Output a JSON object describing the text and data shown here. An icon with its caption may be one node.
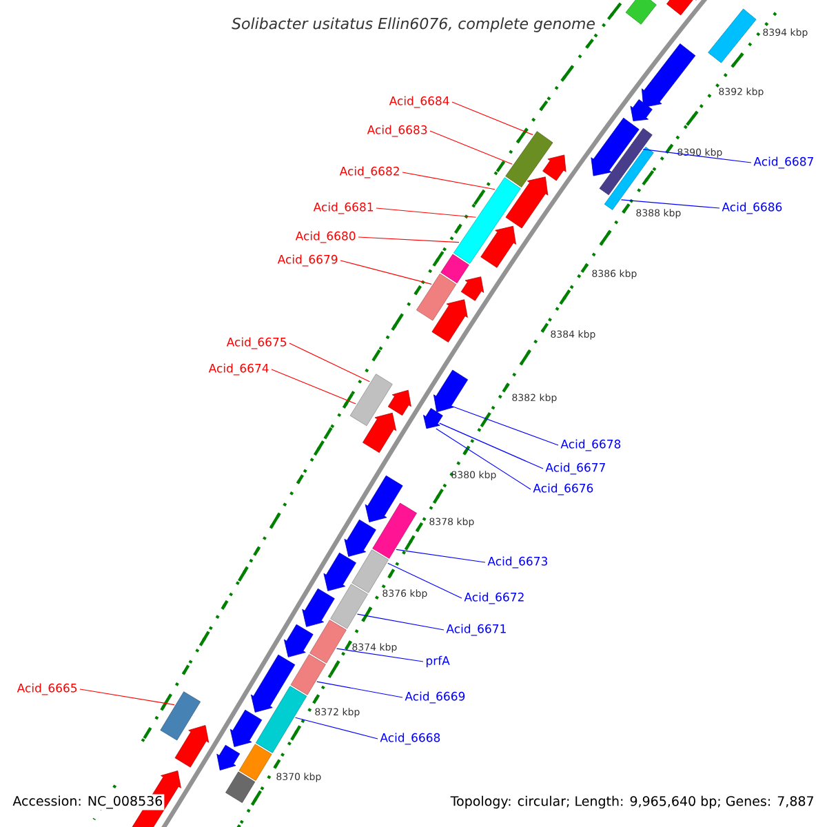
{
  "diagram": {
    "title": "Solibacter usitatus Ellin6076, complete genome",
    "nodes": [
      {
        "text": [
          "Acid_6684"
        ]
      },
      {
        "text": [
          "Acid_6683"
        ]
      },
      {
        "text": [
          "Acid_6682"
        ]
      },
      {
        "text": [
          "Acid_6681"
        ]
      },
      {
        "text": [
          "Acid_6680"
        ]
      },
      {
        "text": [
          "Acid_6679"
        ]
      },
      {
        "text": [
          "Acid_6675"
        ]
      },
      {
        "text": [
          "Acid_6674"
        ]
      },
      {
        "text": [
          "Acid_6665"
        ]
      },
      {
        "text": [
          "Acid_6687"
        ]
      },
      {
        "text": [
          "Acid_6686"
        ]
      },
      {
        "text": [
          "Acid_6678"
        ]
      },
      {
        "text": [
          "Acid_6677"
        ]
      },
      {
        "text": [
          "Acid_6676"
        ]
      },
      {
        "text": [
          "Acid_6673"
        ]
      },
      {
        "text": [
          "Acid_6672"
        ]
      },
      {
        "text": [
          "Acid_6671"
        ]
      },
      {
        "text": [
          "prfA"
        ]
      },
      {
        "text": [
          "Acid_6669"
        ]
      },
      {
        "text": [
          "Acid_6668"
        ]
      },
      {
        "text": [],
        "shape": "box"
      },
      {
        "text": [],
        "shape": "box"
      },
      {
        "text": [],
        "shape": "arrow"
      },
      {
        "text": [],
        "shape": "arrow"
      },
      {
        "text": [],
        "shape": "arrow"
      },
      {
        "text": [],
        "shape": "box"
      },
      {
        "text": [],
        "shape": "arrow"
      },
      {
        "text": [],
        "shape": "box"
      },
      {
        "text": [],
        "shape": "box"
      },
      {
        "text": [],
        "shape": "arrow"
      },
      {
        "text": [],
        "shape": "arrow"
      },
      {
        "text": [],
        "shape": "box"
      },
      {
        "text": [],
        "shape": "arrow"
      },
      {
        "text": [],
        "shape": "box"
      },
      {
        "text": [],
        "shape": "arrow"
      },
      {
        "text": [],
        "shape": "box"
      },
      {
        "text": [],
        "shape": "arrow"
      },
      {
        "text": [],
        "shape": "arrow"
      },
      {
        "text": [],
        "shape": "arrow"
      },
      {
        "text": [],
        "shape": "arrow"
      },
      {
        "text": [],
        "shape": "box"
      },
      {
        "text": [],
        "shape": "arrow"
      },
      {
        "text": [],
        "shape": "arrow"
      },
      {
        "text": [],
        "shape": "box"
      },
      {
        "text": [],
        "shape": "arrow"
      },
      {
        "text": [],
        "shape": "box"
      },
      {
        "text": [],
        "shape": "arrow"
      },
      {
        "text": [],
        "shape": "box"
      },
      {
        "text": [],
        "shape": "arrow"
      },
      {
        "text": [],
        "shape": "box"
      },
      {
        "text": [],
        "shape": "arrow"
      },
      {
        "text": [],
        "shape": "box"
      },
      {
        "text": [],
        "shape": "arrow"
      },
      {
        "text": [],
        "shape": "box"
      },
      {
        "text": [],
        "shape": "arrow"
      },
      {
        "text": [],
        "shape": "box"
      },
      {
        "text": [],
        "shape": "box"
      },
      {
        "text": [],
        "shape": "arrow"
      },
      {
        "text": [],
        "shape": "arrow"
      },
      {
        "text": [],
        "shape": "box"
      },
      {
        "text": [],
        "shape": "arrow"
      }
    ],
    "edges": [
      {
        "from": 0,
        "to": 28,
        "arrow": "none",
        "color": "#ff0000"
      },
      {
        "from": 1,
        "to": 28,
        "arrow": "none",
        "color": "#ff0000"
      },
      {
        "from": 2,
        "to": 31,
        "arrow": "none",
        "color": "#ff0000"
      },
      {
        "from": 3,
        "to": 31,
        "arrow": "none",
        "color": "#ff0000"
      },
      {
        "from": 4,
        "to": 31,
        "arrow": "none",
        "color": "#ff0000"
      },
      {
        "from": 5,
        "to": 35,
        "arrow": "none",
        "color": "#ff0000"
      },
      {
        "from": 6,
        "to": 40,
        "arrow": "none",
        "color": "#ff0000"
      },
      {
        "from": 7,
        "to": 40,
        "arrow": "none",
        "color": "#ff0000"
      },
      {
        "from": 8,
        "to": 55,
        "arrow": "none",
        "color": "#ff0000"
      },
      {
        "from": 9,
        "to": 25,
        "arrow": "none"
      },
      {
        "from": 10,
        "to": 27,
        "arrow": "none"
      },
      {
        "from": 11,
        "to": 37,
        "arrow": "none"
      },
      {
        "from": 12,
        "to": 39,
        "arrow": "none"
      },
      {
        "from": 13,
        "to": 39,
        "arrow": "none"
      },
      {
        "from": 14,
        "to": 43,
        "arrow": "none"
      },
      {
        "from": 15,
        "to": 45,
        "arrow": "none"
      },
      {
        "from": 16,
        "to": 47,
        "arrow": "none"
      },
      {
        "from": 17,
        "to": 49,
        "arrow": "none"
      },
      {
        "from": 18,
        "to": 51,
        "arrow": "none"
      },
      {
        "from": 19,
        "to": 53,
        "arrow": "none"
      }
    ],
    "labels": [
      "8394 kbp",
      "8392 kbp",
      "8390 kbp",
      "8388 kbp",
      "8386 kbp",
      "8384 kbp",
      "8382 kbp",
      "8380 kbp",
      "8378 kbp",
      "8376 kbp",
      "8374 kbp",
      "8372 kbp",
      "8370 kbp",
      "Accession: NC_008536",
      "Topology: circular; Length: 9,965,640 bp; Genes: 7,887"
    ]
  }
}
